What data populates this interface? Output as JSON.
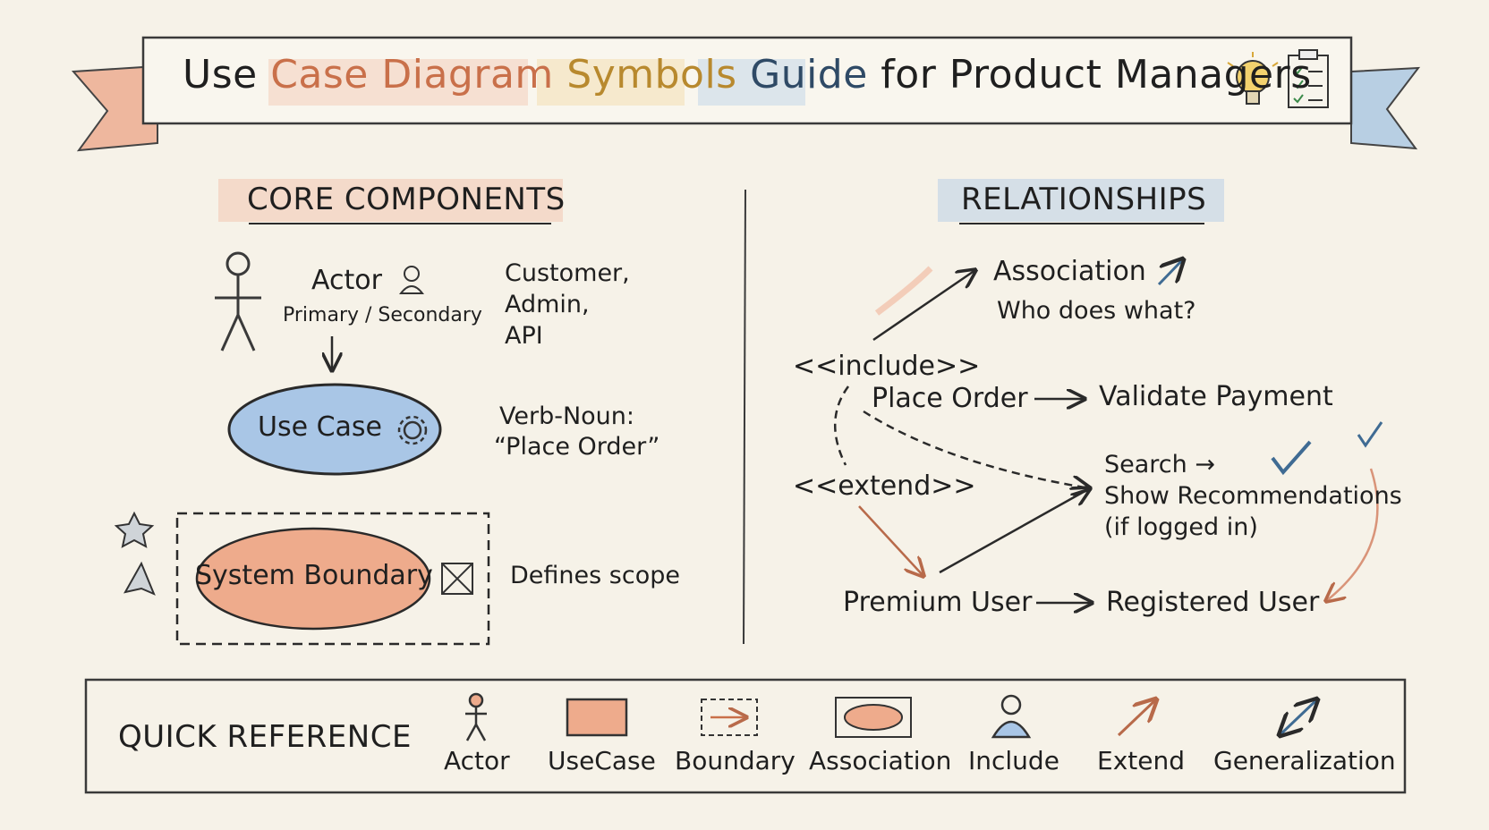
{
  "title": {
    "part_use": "Use ",
    "part_case_diagram": "Case Diagram ",
    "part_symbols": "Symbols ",
    "part_guide": "Guide ",
    "part_rest": "for Product Managers"
  },
  "core_components": {
    "heading": "CORE COMPONENTS",
    "actor": {
      "label": "Actor",
      "sublabel": "Primary / Secondary",
      "examples": [
        "Customer,",
        "Admin,",
        "API"
      ]
    },
    "use_case": {
      "label": "Use Case",
      "note_lines": [
        "Verb-Noun:",
        "“Place Order”"
      ]
    },
    "system_boundary": {
      "label": "System Boundary",
      "note": "Defines scope"
    }
  },
  "relationships": {
    "heading": "RELATIONSHIPS",
    "association": {
      "label": "Association",
      "sublabel": "Who does what?"
    },
    "include": {
      "stereotype": "<<include>>",
      "from": "Place Order",
      "to": "Validate Payment"
    },
    "extend": {
      "stereotype": "<<extend>>",
      "lines": [
        "Search →",
        "Show Recommendations",
        "(if logged in)"
      ]
    },
    "generalization": {
      "from": "Premium User",
      "to": "Registered User"
    }
  },
  "quick_reference": {
    "heading": "QUICK REFERENCE",
    "items": [
      {
        "label": "Actor",
        "icon": "stick-figure-icon"
      },
      {
        "label": "UseCase",
        "icon": "rectangle-icon"
      },
      {
        "label": "Boundary",
        "icon": "dashed-box-arrow-icon"
      },
      {
        "label": "Association",
        "icon": "oval-in-box-icon"
      },
      {
        "label": "Include",
        "icon": "user-bust-icon"
      },
      {
        "label": "Extend",
        "icon": "arrow-up-right-icon"
      },
      {
        "label": "Generalization",
        "icon": "double-arrow-icon"
      }
    ]
  },
  "colors": {
    "orange_accent": "#c9704a",
    "blue_accent": "#2f4a66",
    "gold_accent": "#b8892e",
    "ink": "#1f1f1f",
    "use_case_fill": "#a9c6e6",
    "boundary_fill": "#eeab8c"
  }
}
